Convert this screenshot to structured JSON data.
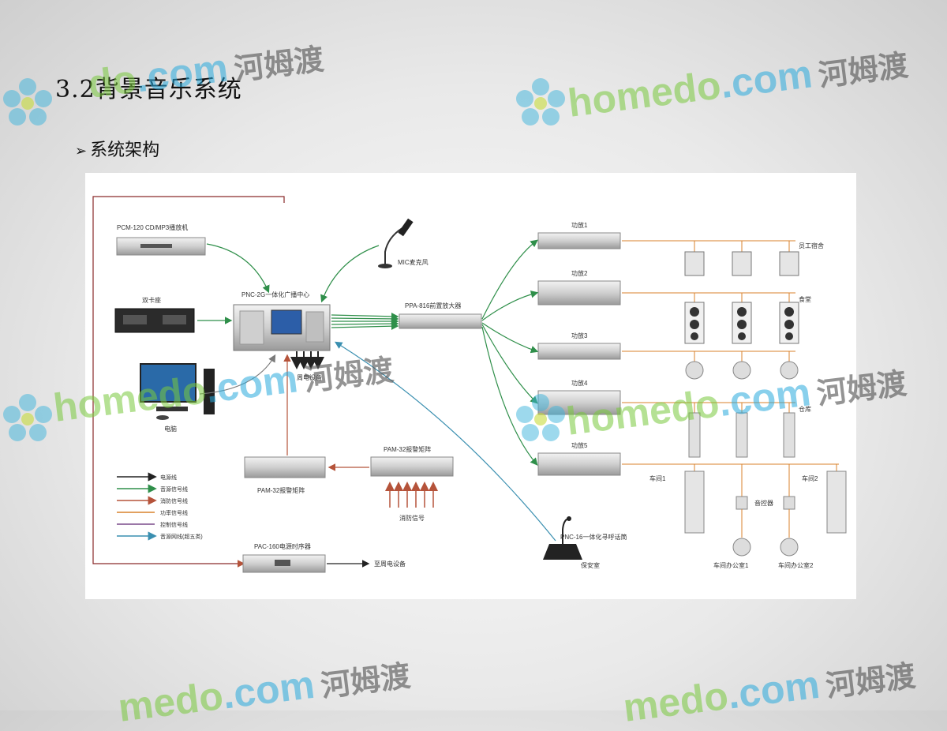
{
  "slide": {
    "title": "3.2背景音乐系统",
    "bullet": "系统架构"
  },
  "devices": {
    "cd_player": "PCM-120 CD/MP3播放机",
    "dual_deck": "双卡座",
    "computer": "电脑",
    "center": "PNC-2G一体化广播中心",
    "mic": "MIC麦克风",
    "preamp": "PPA-816前置放大器",
    "aux": "周电设备",
    "alarm_matrix_left": "PAM-32报警矩阵",
    "alarm_matrix_right": "PAM-32报警矩阵",
    "fire_signal": "消防信号",
    "sequencer": "PAC-160电源时序器",
    "sequencer_out": "至周电设备",
    "paging": "PNC-16一体化寻呼话筒",
    "security": "保安室",
    "volume_ctrl": "音控器"
  },
  "amps": [
    "功放1",
    "功放2",
    "功放3",
    "功放4",
    "功放5"
  ],
  "zones": {
    "dorm": "员工宿舍",
    "canteen": "食堂",
    "warehouse": "仓库",
    "workshop1": "车间1",
    "workshop2": "车间2",
    "office1": "车间办公室1",
    "office2": "车间办公室2"
  },
  "legend": [
    {
      "label": "电源线",
      "color": "#222222"
    },
    {
      "label": "音源信号线",
      "color": "#2f8f4a"
    },
    {
      "label": "消防信号线",
      "color": "#b5533a"
    },
    {
      "label": "功率信号线",
      "color": "#d9822b"
    },
    {
      "label": "控制信号线",
      "color": "#7a4a8a"
    },
    {
      "label": "音源网线(超五类)",
      "color": "#3a8fb0"
    }
  ],
  "watermark": {
    "home": "home",
    "do": "do",
    "me": "me",
    "com": ".com",
    "cn": "河姆渡"
  }
}
